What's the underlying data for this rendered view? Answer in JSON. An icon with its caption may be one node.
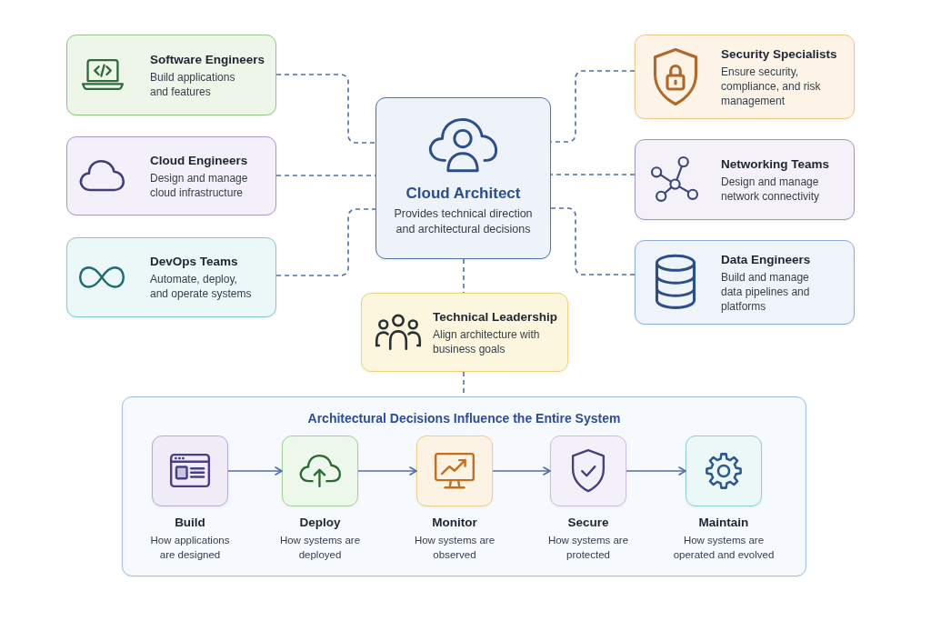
{
  "diagram": {
    "nodes": [
      {
        "text": [
          "Software Engineers",
          "Build applications and features"
        ]
      },
      {
        "text": [
          "Cloud Engineers",
          "Design and manage cloud infrastructure"
        ]
      },
      {
        "text": [
          "DevOps Teams",
          "Automate, deploy, and operate systems"
        ]
      },
      {
        "text": [
          "Cloud Architect",
          "Provides technical direction and architectural decisions"
        ]
      },
      {
        "text": [
          "Security Specialists",
          "Ensure security, compliance, and risk management"
        ]
      },
      {
        "text": [
          "Networking Teams",
          "Design and manage network connectivity"
        ]
      },
      {
        "text": [
          "Data Engineers",
          "Build and manage data pipelines and platforms"
        ]
      },
      {
        "text": [
          "Technical Leadership",
          "Align architecture with business goals"
        ]
      },
      {
        "text": [
          "Architectural Decisions Influence the Entire System"
        ]
      },
      {
        "text": [
          "Build",
          "How applications are designed"
        ],
        "in": 8
      },
      {
        "text": [
          "Deploy",
          "How systems are deployed"
        ],
        "in": 8
      },
      {
        "text": [
          "Monitor",
          "How systems are observed"
        ],
        "in": 8
      },
      {
        "text": [
          "Secure",
          "How systems are protected"
        ],
        "in": 8
      },
      {
        "text": [
          "Maintain",
          "How systems are operated and evolved"
        ],
        "in": 8
      }
    ],
    "edges": [
      {
        "from": 0,
        "to": 3,
        "arrow": "none",
        "style": "dashed"
      },
      {
        "from": 1,
        "to": 3,
        "arrow": "none",
        "style": "dashed"
      },
      {
        "from": 2,
        "to": 3,
        "arrow": "none",
        "style": "dashed"
      },
      {
        "from": 4,
        "to": 3,
        "arrow": "none",
        "style": "dashed"
      },
      {
        "from": 5,
        "to": 3,
        "arrow": "none",
        "style": "dashed"
      },
      {
        "from": 6,
        "to": 3,
        "arrow": "none",
        "style": "dashed"
      },
      {
        "from": 3,
        "to": 7,
        "arrow": "none",
        "style": "dashed"
      },
      {
        "from": 7,
        "to": 8,
        "arrow": "none",
        "style": "dashed"
      },
      {
        "from": 9,
        "to": 10,
        "arrow": "to"
      },
      {
        "from": 10,
        "to": 11,
        "arrow": "to"
      },
      {
        "from": 11,
        "to": 12,
        "arrow": "to"
      },
      {
        "from": 12,
        "to": 13,
        "arrow": "to"
      }
    ]
  }
}
